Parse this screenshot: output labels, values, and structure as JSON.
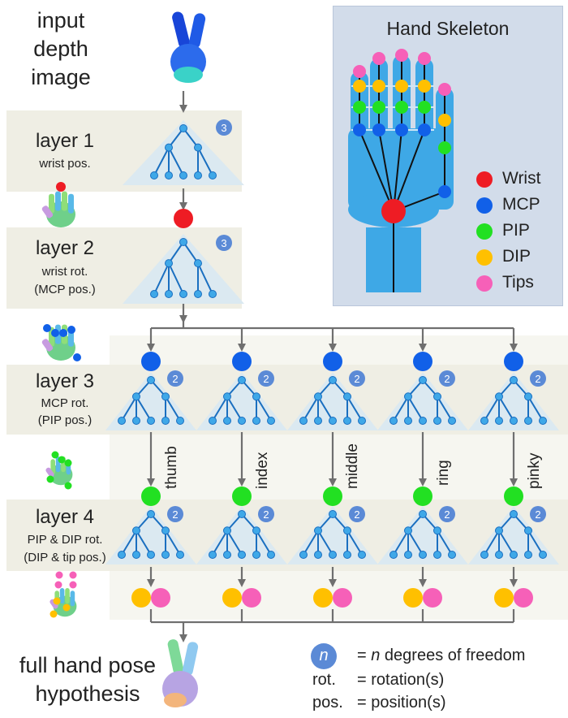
{
  "input": {
    "line1": "input",
    "line2": "depth",
    "line3": "image"
  },
  "layers": [
    {
      "title": "layer 1",
      "sub1": "wrist pos.",
      "sub2": "",
      "badge": "3"
    },
    {
      "title": "layer 2",
      "sub1": "wrist rot.",
      "sub2": "(MCP pos.)",
      "badge": "3"
    },
    {
      "title": "layer 3",
      "sub1": "MCP rot.",
      "sub2": "(PIP pos.)",
      "badge": "2"
    },
    {
      "title": "layer 4",
      "sub1": "PIP & DIP rot.",
      "sub2": "(DIP & tip pos.)",
      "badge": "2"
    }
  ],
  "fingers": [
    "thumb",
    "index",
    "middle",
    "ring",
    "pinky"
  ],
  "output": {
    "line1": "full hand pose",
    "line2": "hypothesis"
  },
  "skeleton": {
    "title": "Hand Skeleton",
    "legend": [
      {
        "label": "Wrist",
        "color": "#ee1c24"
      },
      {
        "label": "MCP",
        "color": "#1160e8"
      },
      {
        "label": "PIP",
        "color": "#22e022"
      },
      {
        "label": "DIP",
        "color": "#ffc000"
      },
      {
        "label": "Tips",
        "color": "#f660b8"
      }
    ]
  },
  "footnote": {
    "symbol": "n",
    "dof_prefix": "= ",
    "dof_italic": "n",
    "dof_text": " degrees of freedom",
    "rot_key": "rot.",
    "rot_val": "= rotation(s)",
    "pos_key": "pos.",
    "pos_val": "= position(s)"
  },
  "colors": {
    "band": "#efeee4",
    "tree_fill": "#dbe9f1",
    "tree_line": "#1a6fc0",
    "tree_node": "#3fa8e8",
    "badge": "#5b8ad6",
    "arrow": "#6f6f6f",
    "hand_blue": "#3ea8e6"
  }
}
